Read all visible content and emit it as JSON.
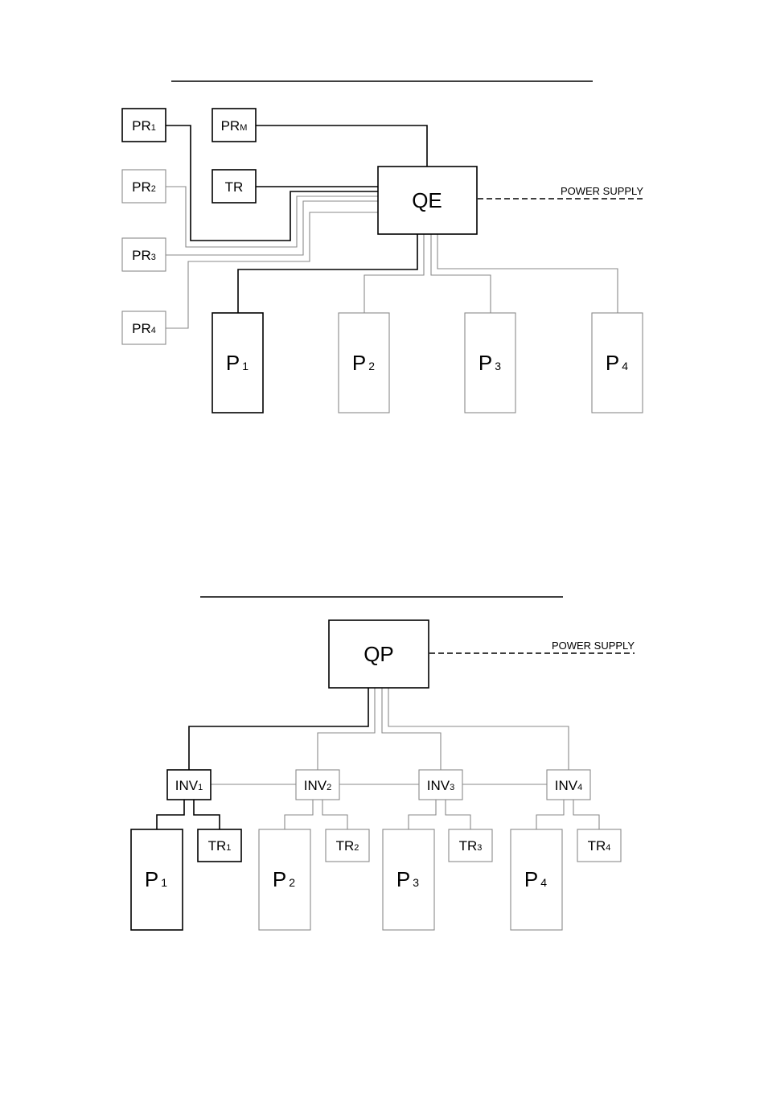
{
  "diagram1": {
    "controller": "QE",
    "power_supply": "POWER SUPPLY",
    "sensors": [
      {
        "base": "PR",
        "sub": "1"
      },
      {
        "base": "PR",
        "sub": "2"
      },
      {
        "base": "PR",
        "sub": "3"
      },
      {
        "base": "PR",
        "sub": "4"
      },
      {
        "base": "PR",
        "sub": "M"
      },
      {
        "base": "TR",
        "sub": ""
      }
    ],
    "pumps": [
      {
        "base": "P",
        "sub": "1"
      },
      {
        "base": "P",
        "sub": "2"
      },
      {
        "base": "P",
        "sub": "3"
      },
      {
        "base": "P",
        "sub": "4"
      }
    ]
  },
  "diagram2": {
    "controller": "QP",
    "power_supply": "POWER SUPPLY",
    "inverters": [
      {
        "base": "INV",
        "sub": "1"
      },
      {
        "base": "INV",
        "sub": "2"
      },
      {
        "base": "INV",
        "sub": "3"
      },
      {
        "base": "INV",
        "sub": "4"
      }
    ],
    "transducers": [
      {
        "base": "TR",
        "sub": "1"
      },
      {
        "base": "TR",
        "sub": "2"
      },
      {
        "base": "TR",
        "sub": "3"
      },
      {
        "base": "TR",
        "sub": "4"
      }
    ],
    "pumps": [
      {
        "base": "P",
        "sub": "1"
      },
      {
        "base": "P",
        "sub": "2"
      },
      {
        "base": "P",
        "sub": "3"
      },
      {
        "base": "P",
        "sub": "4"
      }
    ]
  }
}
